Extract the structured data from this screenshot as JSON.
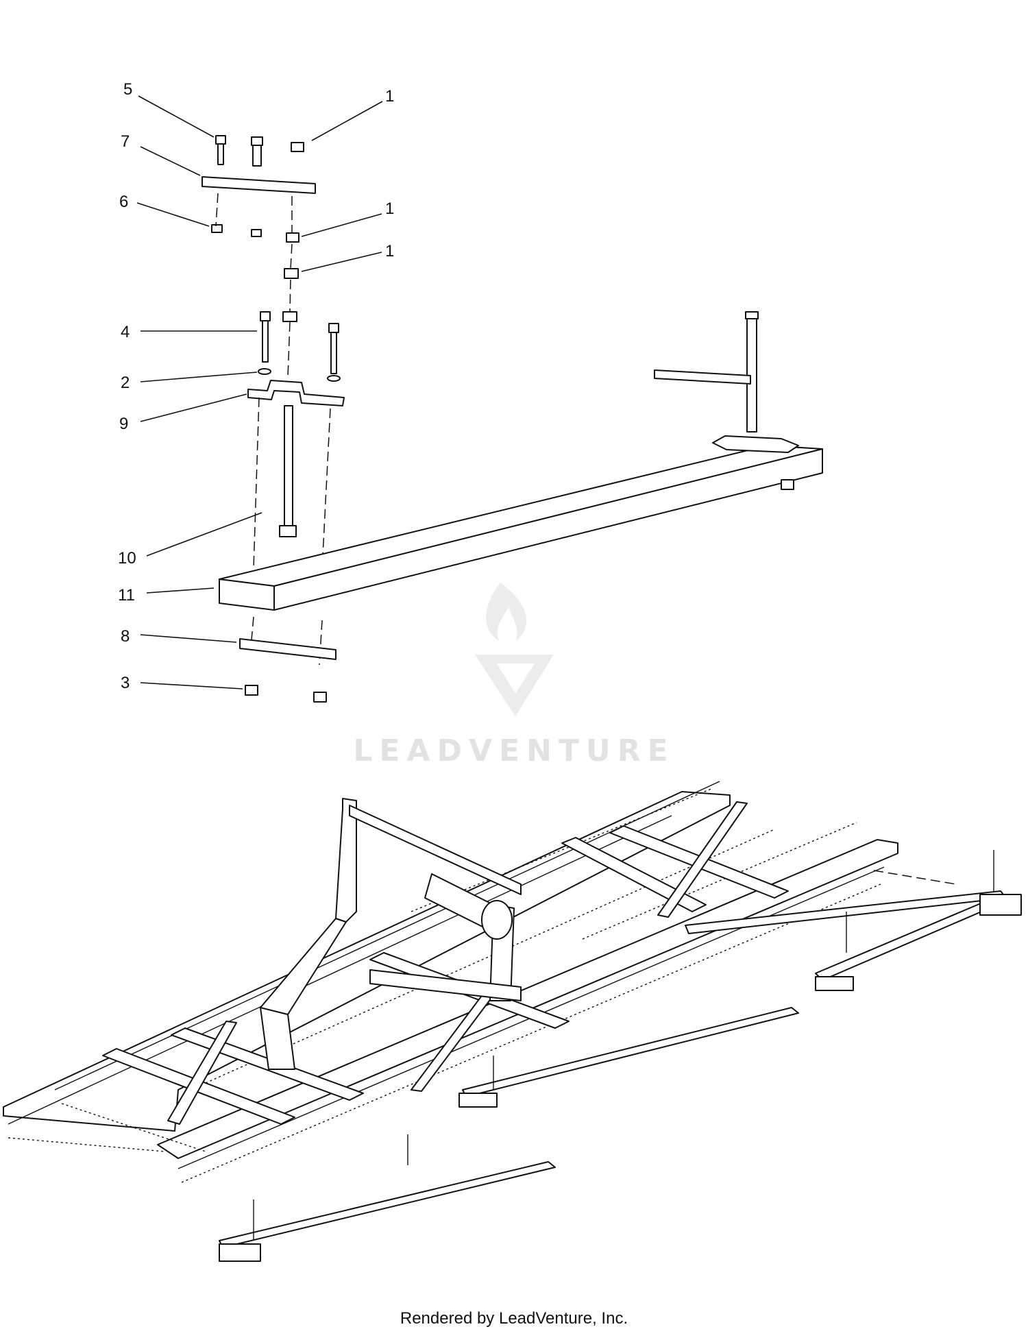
{
  "callouts": [
    {
      "id": "c1",
      "label": "5"
    },
    {
      "id": "c2",
      "label": "1"
    },
    {
      "id": "c3",
      "label": "7"
    },
    {
      "id": "c4",
      "label": "6"
    },
    {
      "id": "c5",
      "label": "1"
    },
    {
      "id": "c6",
      "label": "1"
    },
    {
      "id": "c7",
      "label": "4"
    },
    {
      "id": "c8",
      "label": "2"
    },
    {
      "id": "c9",
      "label": "9"
    },
    {
      "id": "c10",
      "label": "10"
    },
    {
      "id": "c11",
      "label": "11"
    },
    {
      "id": "c12",
      "label": "8"
    },
    {
      "id": "c13",
      "label": "3"
    }
  ],
  "watermark": {
    "text": "LEADVENTURE"
  },
  "footer": {
    "text": "Rendered by LeadVenture, Inc."
  }
}
